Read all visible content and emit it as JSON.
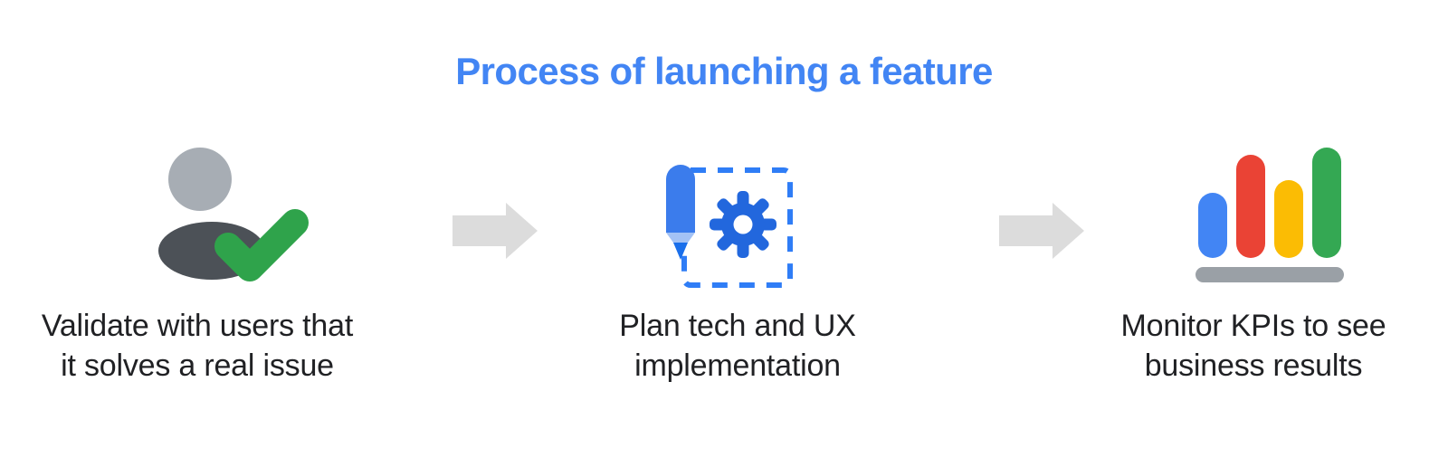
{
  "page": {
    "title": "Process of launching a feature",
    "background_color": "#ffffff"
  },
  "colors": {
    "title_blue": "#4285F4",
    "google_blue": "#4285F4",
    "deep_blue": "#1A6FEB",
    "pencil_blue": "#3B7CEC",
    "pencil_light": "#A3C2F5",
    "pencil_tip": "#1A6FEB",
    "gear_blue": "#2267DD",
    "dash_blue": "#2F7DF6",
    "google_red": "#EA4335",
    "google_yellow": "#FBBC04",
    "google_green": "#34A853",
    "check_green": "#2FA34B",
    "person_head": "#A7ADB4",
    "person_body": "#4C5157",
    "baseline_gray": "#9AA0A6",
    "arrow_gray": "#DCDCDC",
    "text_color": "#202124"
  },
  "steps": [
    {
      "index": 1,
      "icon": "user-check-icon",
      "caption_line_1": "Validate with users that",
      "caption_line_2": "it solves a real issue"
    },
    {
      "index": 2,
      "icon": "pencil-gear-blueprint-icon",
      "caption_line_1": "Plan tech and UX",
      "caption_line_2": "implementation"
    },
    {
      "index": 3,
      "icon": "bar-chart-icon",
      "caption_line_1": "Monitor KPIs to see",
      "caption_line_2": "business results"
    }
  ],
  "arrows": [
    {
      "index": 1,
      "name": "arrow-right-icon",
      "color": "#DCDCDC"
    },
    {
      "index": 2,
      "name": "arrow-right-icon",
      "color": "#DCDCDC"
    }
  ],
  "chart_icon": {
    "type": "bar",
    "series_colors": [
      "#4285F4",
      "#EA4335",
      "#FBBC04",
      "#34A853"
    ],
    "relative_heights": [
      72,
      114,
      86,
      122
    ]
  }
}
